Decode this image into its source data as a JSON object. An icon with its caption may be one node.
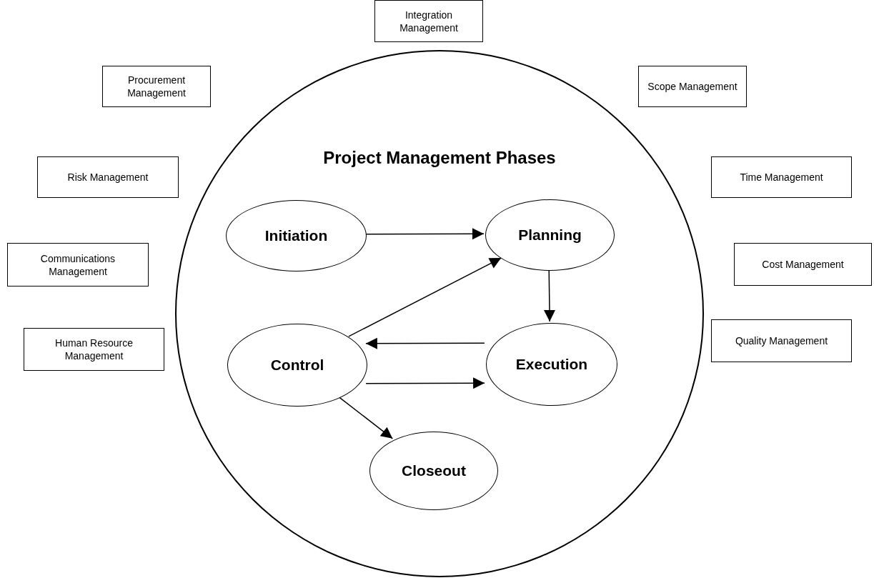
{
  "diagram": {
    "nodes": [
      {
        "text": [
          "Integration Management"
        ]
      },
      {
        "text": [
          "Procurement Management"
        ]
      },
      {
        "text": [
          "Scope Management"
        ]
      },
      {
        "text": [
          "Risk Management"
        ]
      },
      {
        "text": [
          "Time Management"
        ]
      },
      {
        "text": [
          "Communications Management"
        ]
      },
      {
        "text": [
          "Cost Management"
        ]
      },
      {
        "text": [
          "Human Resource Management"
        ]
      },
      {
        "text": [
          "Quality Management"
        ]
      },
      {
        "text": [
          "Project Management Phases"
        ]
      },
      {
        "text": [
          "Initiation"
        ],
        "in": 9
      },
      {
        "text": [
          "Planning"
        ],
        "in": 9
      },
      {
        "text": [
          "Control"
        ],
        "in": 9
      },
      {
        "text": [
          "Execution"
        ],
        "in": 9
      },
      {
        "text": [
          "Closeout"
        ],
        "in": 9
      }
    ],
    "edges": [
      {
        "from": 10,
        "to": 11,
        "arrow": "to"
      },
      {
        "from": 12,
        "to": 11,
        "arrow": "to"
      },
      {
        "from": 11,
        "to": 13,
        "arrow": "to"
      },
      {
        "from": 13,
        "to": 12,
        "arrow": "to"
      },
      {
        "from": 12,
        "to": 13,
        "arrow": "to"
      },
      {
        "from": 12,
        "to": 14,
        "arrow": "to"
      }
    ]
  }
}
